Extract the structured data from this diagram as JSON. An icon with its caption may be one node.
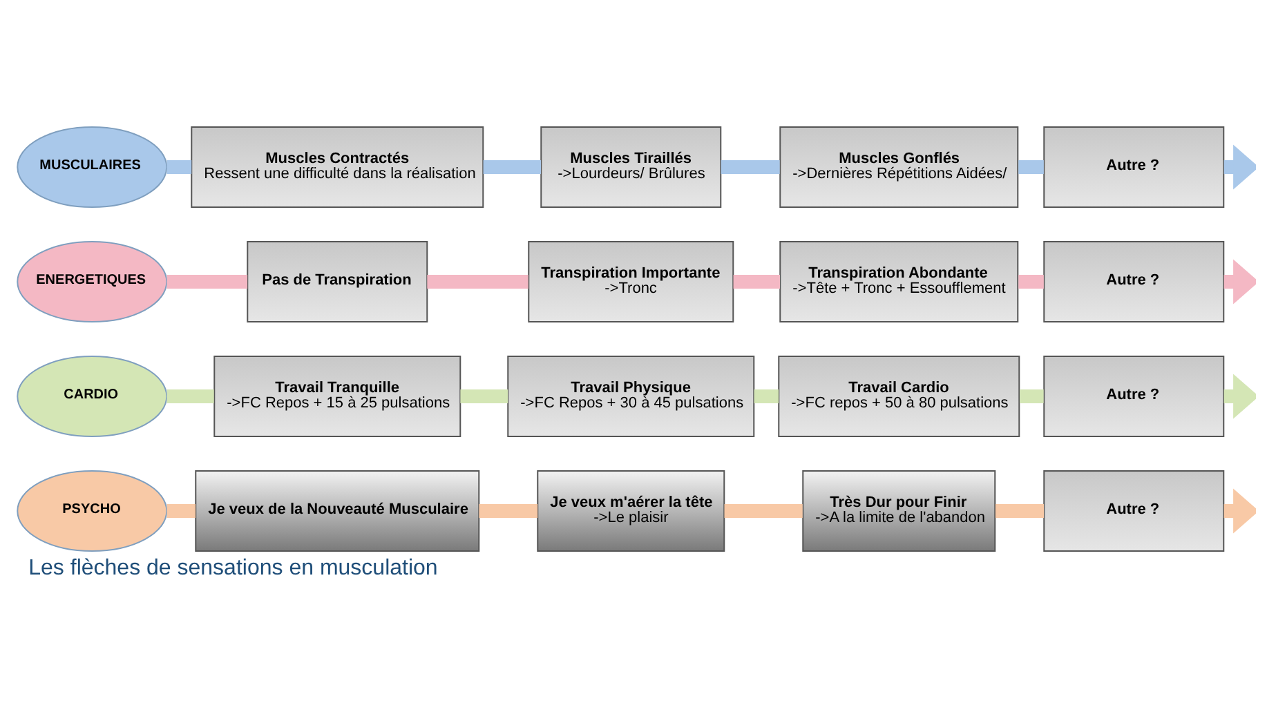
{
  "diagram": {
    "caption": "Les flèches de sensations en musculation",
    "nodes": [
      {
        "text": [
          "MUSCULAIRES"
        ]
      },
      {
        "text": [
          "Muscles Contractés",
          "Ressent une difficulté dans la réalisation"
        ]
      },
      {
        "text": [
          "Muscles Tiraillés",
          "->Lourdeurs/ Brûlures"
        ]
      },
      {
        "text": [
          "Muscles Gonflés",
          "->Dernières Répétitions Aidées/"
        ]
      },
      {
        "text": [
          "Autre ?"
        ]
      },
      {
        "text": [
          "ENERGETIQUES"
        ]
      },
      {
        "text": [
          "Pas de Transpiration"
        ]
      },
      {
        "text": [
          "Transpiration Importante",
          "->Tronc"
        ]
      },
      {
        "text": [
          "Transpiration Abondante",
          "->Tête + Tronc + Essoufflement"
        ]
      },
      {
        "text": [
          "Autre ?"
        ]
      },
      {
        "text": [
          "CARDIO"
        ]
      },
      {
        "text": [
          "Travail Tranquille",
          "->FC Repos + 15 à 25 pulsations"
        ]
      },
      {
        "text": [
          "Travail Physique",
          "->FC Repos + 30 à 45 pulsations"
        ]
      },
      {
        "text": [
          "Travail Cardio",
          "->FC repos + 50 à 80 pulsations"
        ]
      },
      {
        "text": [
          "Autre ?"
        ]
      },
      {
        "text": [
          "PSYCHO"
        ]
      },
      {
        "text": [
          "Je veux de la Nouveauté Musculaire"
        ]
      },
      {
        "text": [
          "Je veux m'aérer la tête",
          "->Le plaisir"
        ]
      },
      {
        "text": [
          "Très Dur pour Finir",
          "->A la limite de l'abandon"
        ]
      },
      {
        "text": [
          "Autre ?"
        ]
      }
    ],
    "edges": [
      {
        "from": 0,
        "to": 1,
        "arrow": "none",
        "color": "#a9c8ea"
      },
      {
        "from": 1,
        "to": 2,
        "arrow": "none",
        "color": "#a9c8ea"
      },
      {
        "from": 2,
        "to": 3,
        "arrow": "none",
        "color": "#a9c8ea"
      },
      {
        "from": 3,
        "to": 4,
        "arrow": "none",
        "color": "#a9c8ea"
      },
      {
        "from": 4,
        "to": null,
        "arrow": "to",
        "color": "#a9c8ea"
      },
      {
        "from": 5,
        "to": 6,
        "arrow": "none",
        "color": "#f4b8c4"
      },
      {
        "from": 6,
        "to": 7,
        "arrow": "none",
        "color": "#f4b8c4"
      },
      {
        "from": 7,
        "to": 8,
        "arrow": "none",
        "color": "#f4b8c4"
      },
      {
        "from": 8,
        "to": 9,
        "arrow": "none",
        "color": "#f4b8c4"
      },
      {
        "from": 9,
        "to": null,
        "arrow": "to",
        "color": "#f4b8c4"
      },
      {
        "from": 10,
        "to": 11,
        "arrow": "none",
        "color": "#d4e6b5"
      },
      {
        "from": 11,
        "to": 12,
        "arrow": "none",
        "color": "#d4e6b5"
      },
      {
        "from": 12,
        "to": 13,
        "arrow": "none",
        "color": "#d4e6b5"
      },
      {
        "from": 13,
        "to": 14,
        "arrow": "none",
        "color": "#d4e6b5"
      },
      {
        "from": 14,
        "to": null,
        "arrow": "to",
        "color": "#d4e6b5"
      },
      {
        "from": 15,
        "to": 16,
        "arrow": "none",
        "color": "#f8c9a6"
      },
      {
        "from": 16,
        "to": 17,
        "arrow": "none",
        "color": "#f8c9a6"
      },
      {
        "from": 17,
        "to": 18,
        "arrow": "none",
        "color": "#f8c9a6"
      },
      {
        "from": 18,
        "to": 19,
        "arrow": "none",
        "color": "#f8c9a6"
      },
      {
        "from": 19,
        "to": null,
        "arrow": "to",
        "color": "#f8c9a6"
      }
    ]
  }
}
